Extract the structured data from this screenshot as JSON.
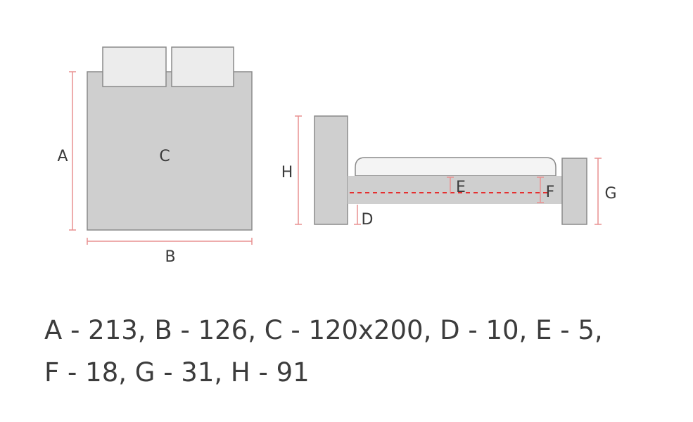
{
  "labels": {
    "a": "A",
    "b": "B",
    "c": "C",
    "d": "D",
    "e": "E",
    "f": "F",
    "g": "G",
    "h": "H"
  },
  "caption": "A - 213, B - 126, C - 120x200, D - 10, E - 5, F - 18, G - 31, H - 91",
  "colors": {
    "furniture": "#cfcfcf",
    "outline": "#8a8a8a",
    "pillow": "#ececec",
    "mattress": "#f4f4f4",
    "dimension_line": "#e89090",
    "dashed_line": "#e53030"
  }
}
